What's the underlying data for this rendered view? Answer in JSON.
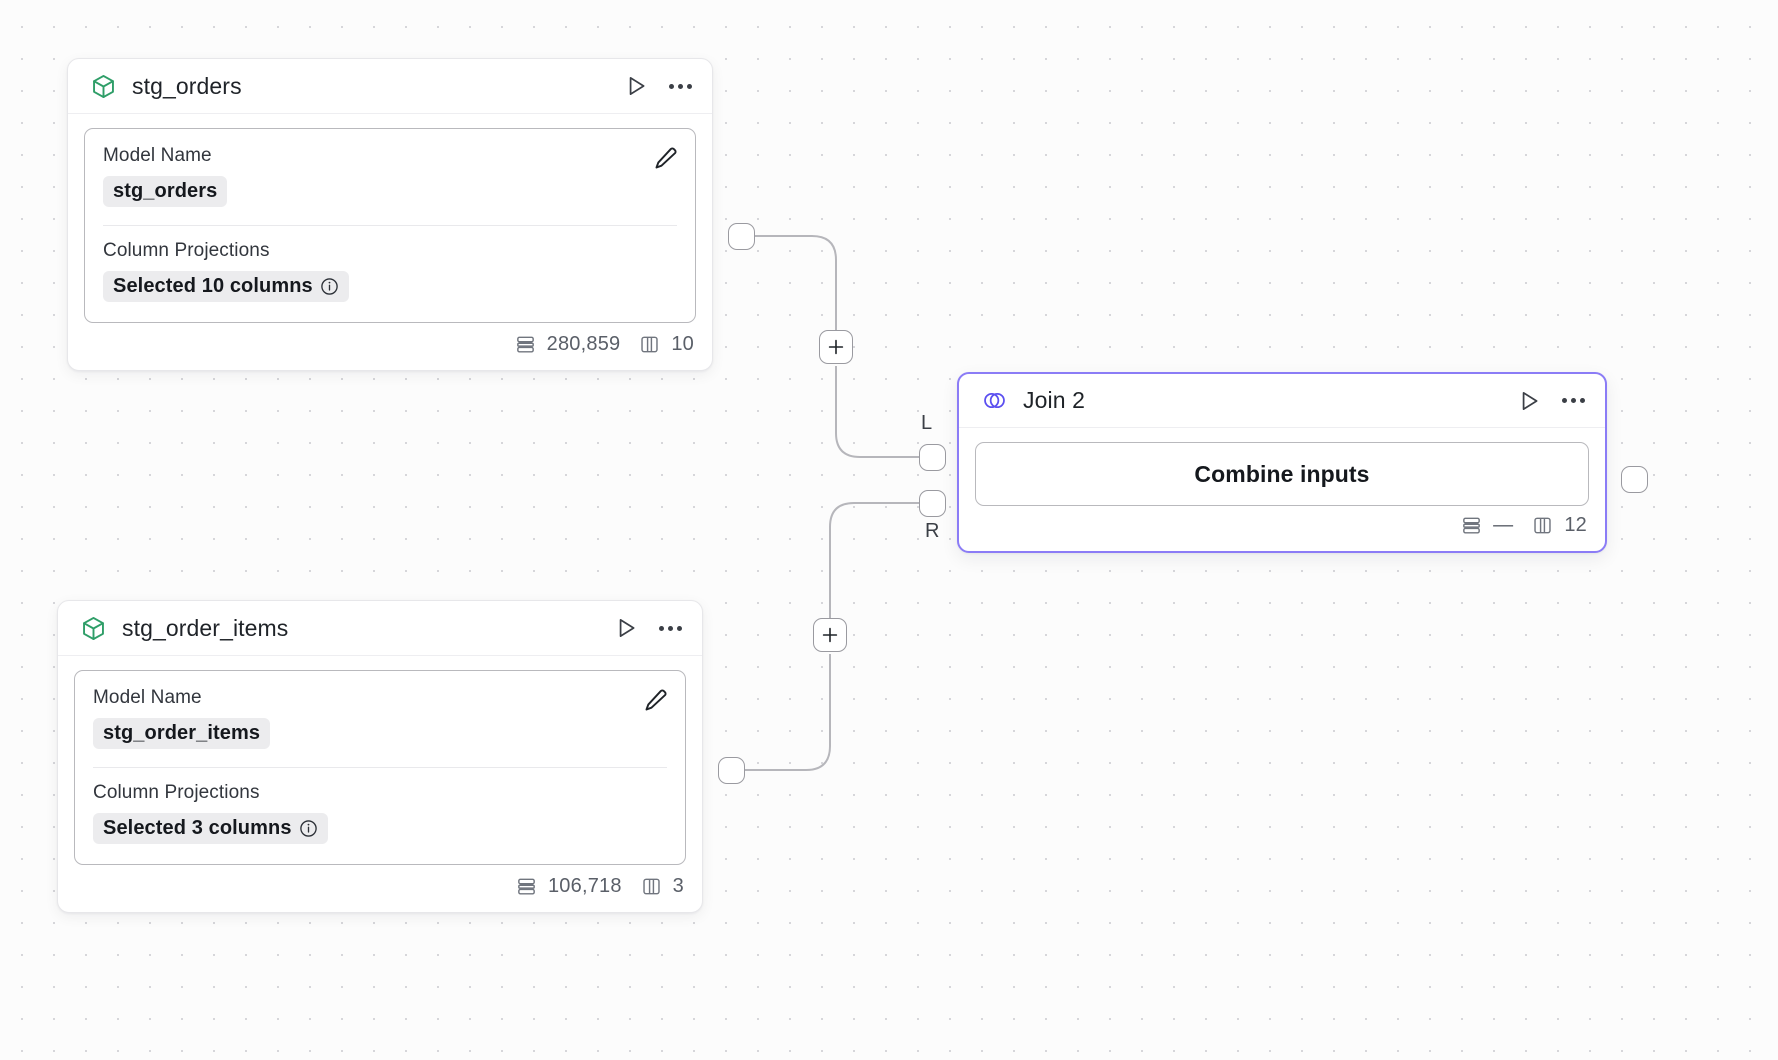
{
  "canvas": {
    "accent_purple": "#8b7cf6",
    "cube_green": "#2f9e68",
    "grid_dot_color": "#d6d6da",
    "background": "#fcfcfc"
  },
  "nodes": [
    {
      "id": "stg_orders",
      "icon": "cube-icon",
      "title": "stg_orders",
      "run_label": "Run",
      "more_label": "More options",
      "fields": [
        {
          "label": "Model Name",
          "value": "stg_orders",
          "has_info": false
        },
        {
          "label": "Column Projections",
          "value": "Selected 10 columns",
          "has_info": true
        }
      ],
      "edit_label": "Edit",
      "footer": {
        "rows_icon": "rows-icon",
        "rows": "280,859",
        "cols_icon": "columns-icon",
        "cols": "10"
      }
    },
    {
      "id": "stg_order_items",
      "icon": "cube-icon",
      "title": "stg_order_items",
      "run_label": "Run",
      "more_label": "More options",
      "fields": [
        {
          "label": "Model Name",
          "value": "stg_order_items",
          "has_info": false
        },
        {
          "label": "Column Projections",
          "value": "Selected 3 columns",
          "has_info": true
        }
      ],
      "edit_label": "Edit",
      "footer": {
        "rows_icon": "rows-icon",
        "rows": "106,718",
        "cols_icon": "columns-icon",
        "cols": "3"
      }
    }
  ],
  "join_node": {
    "id": "join_2",
    "icon": "venn-join-icon",
    "title": "Join 2",
    "run_label": "Run",
    "more_label": "More options",
    "combine_button": "Combine inputs",
    "input_port_labels": {
      "left": "L",
      "right": "R"
    },
    "footer": {
      "rows_icon": "rows-icon",
      "rows": "—",
      "cols_icon": "columns-icon",
      "cols": "12"
    }
  },
  "edges": {
    "add_node_label": "+",
    "add_node_tooltip": "Add node"
  }
}
